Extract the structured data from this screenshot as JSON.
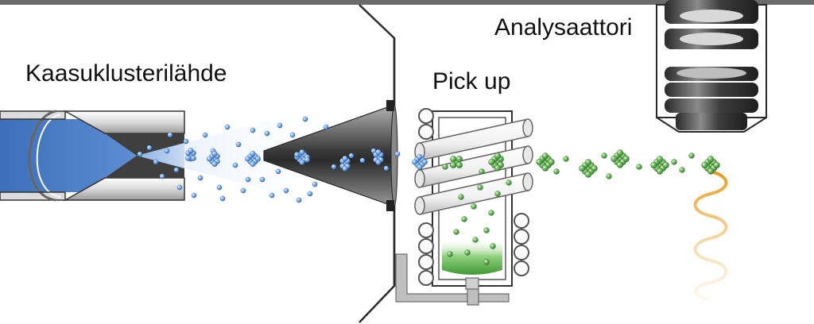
{
  "labels": {
    "source": "Kaasuklusterilähde",
    "pickup": "Pick up",
    "analyzer": "Analysaattori"
  },
  "colors": {
    "top_bar": "#6b6b6b",
    "chamber_line": "#2b2b2b",
    "nozzle_blue": "#4f7fc4",
    "nozzle_shell": "#d8d8d8",
    "nozzle_dark": "#3f3f3f",
    "helium_particle": "#6fa4e4",
    "dopant_particle": "#4f9f44",
    "dopant_liquid": "#62b24b",
    "skimmer": "#555555",
    "analyzer_ring": "#3a3a3a",
    "ion_wave": "#e6a12a"
  },
  "icons": {
    "nozzle": "gas-cluster-nozzle",
    "skimmer": "skimmer-cone",
    "pickup_cell": "heated-pickup-cell",
    "analyzer": "ring-electrode-stack",
    "signal": "ion-wave-signal"
  }
}
